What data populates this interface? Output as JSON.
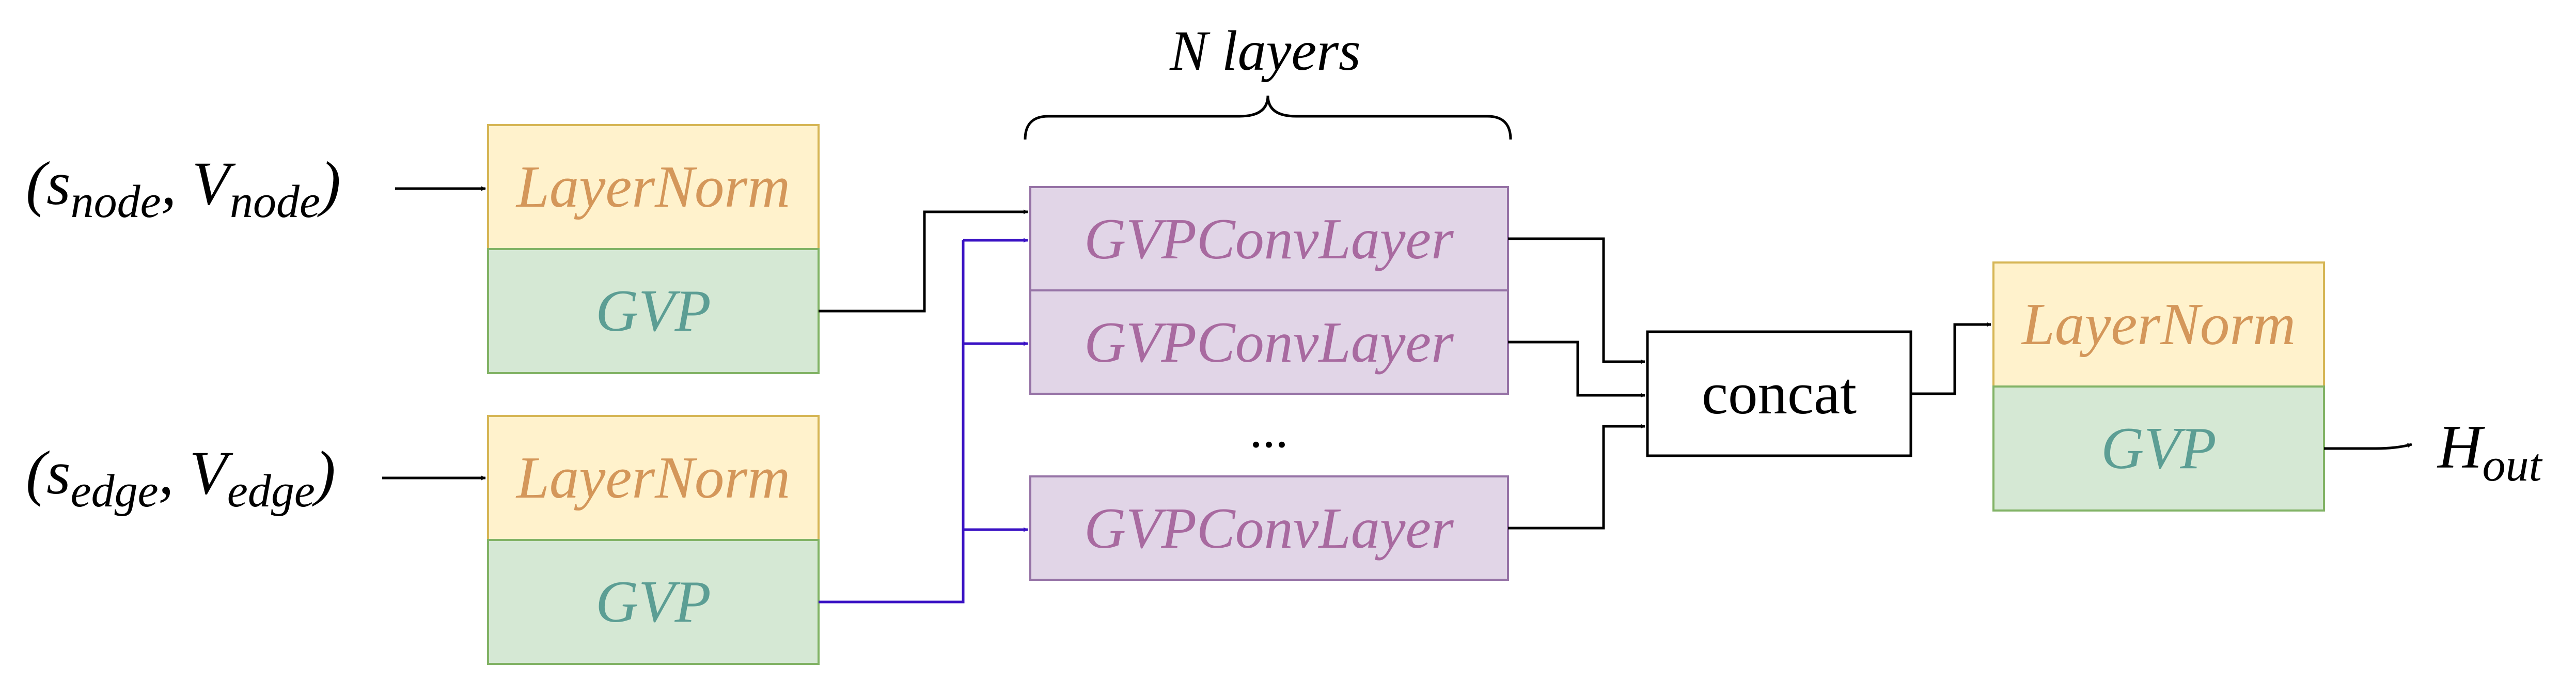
{
  "title": {
    "text": "N layers"
  },
  "inputs": {
    "node": {
      "open": "(s",
      "s_sub": "node",
      "mid": ", V",
      "v_sub": "node",
      "close": ")"
    },
    "edge": {
      "open": "(s",
      "s_sub": "edge",
      "mid": ", V",
      "v_sub": "edge",
      "close": ")"
    }
  },
  "blocks": {
    "node_layernorm": "LayerNorm",
    "node_gvp": "GVP",
    "edge_layernorm": "LayerNorm",
    "edge_gvp": "GVP",
    "conv_1": "GVPConvLayer",
    "conv_2": "GVPConvLayer",
    "ellipsis": "...",
    "conv_n": "GVPConvLayer",
    "concat": "concat",
    "out_layernorm": "LayerNorm",
    "out_gvp": "GVP"
  },
  "output": {
    "base": "H",
    "sub": "out"
  },
  "colors": {
    "layernorm_fill": "#fff2cc",
    "layernorm_stroke": "#d6b656",
    "layernorm_text": "#d4975a",
    "gvp_fill": "#d5e8d4",
    "gvp_stroke": "#82b366",
    "gvp_text": "#5c9e94",
    "conv_fill": "#e1d5e7",
    "conv_stroke": "#9673a6",
    "conv_text": "#a86aa0",
    "edge_arrow": "#3a12c4",
    "black": "#000000"
  }
}
